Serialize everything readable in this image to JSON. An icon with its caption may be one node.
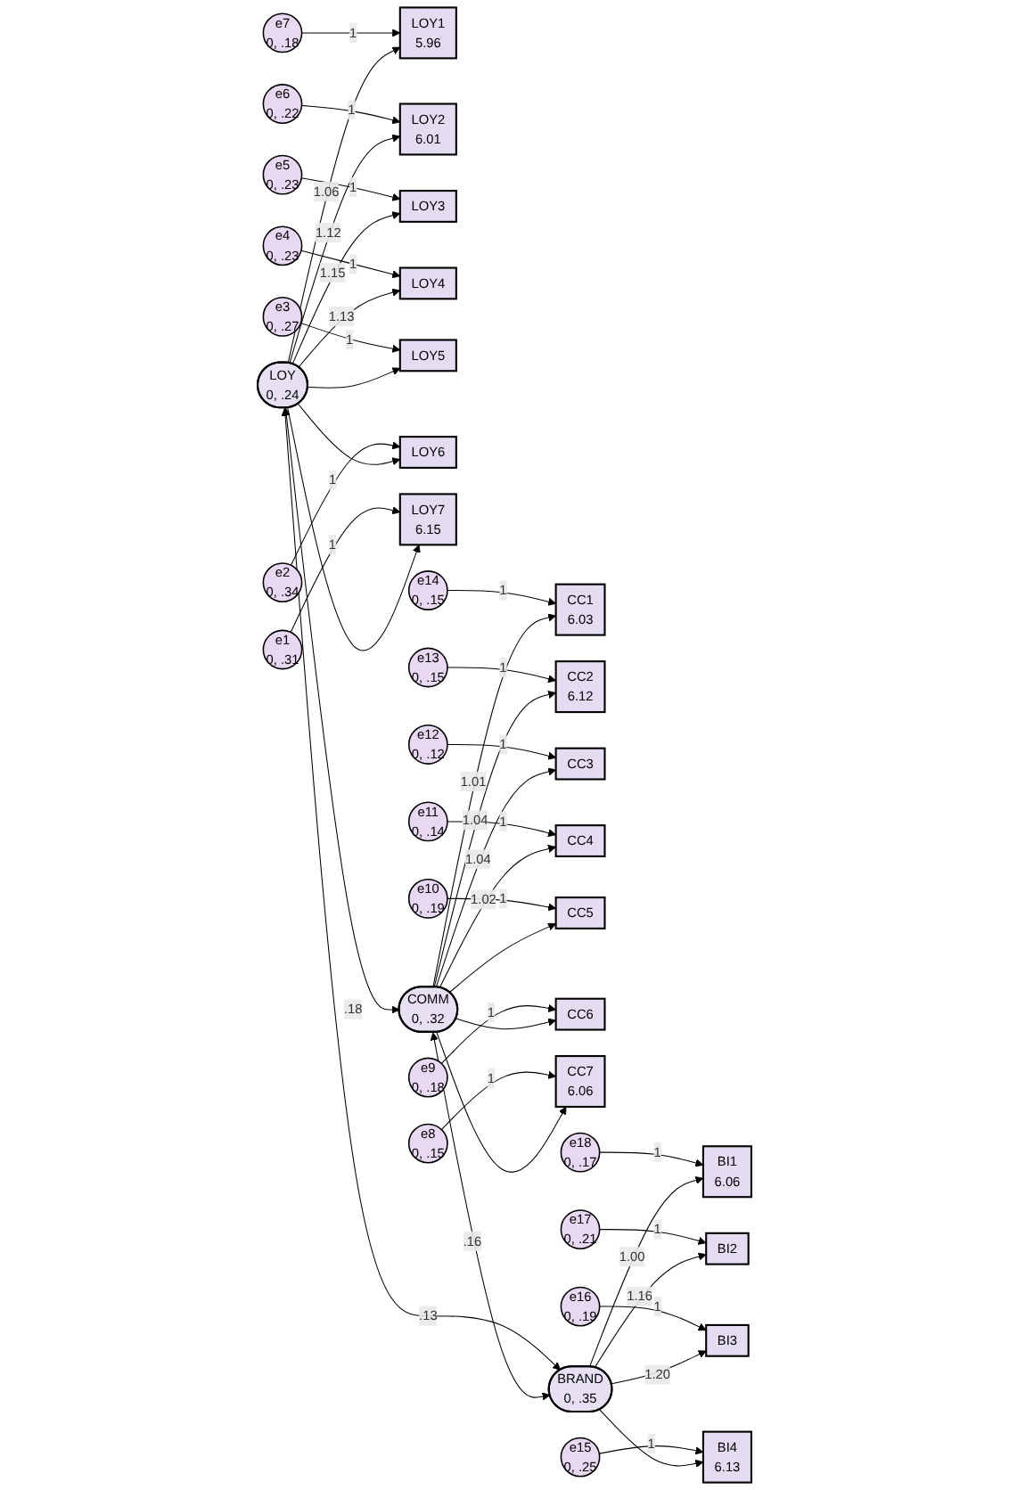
{
  "diagram": {
    "nodes": [
      {
        "text": [
          "e7",
          "0, .18"
        ]
      },
      {
        "text": [
          "LOY1",
          "5.96"
        ]
      },
      {
        "text": [
          "e6",
          "0, .22"
        ]
      },
      {
        "text": [
          "LOY2",
          "6.01"
        ]
      },
      {
        "text": [
          "e5",
          "0, .23"
        ]
      },
      {
        "text": [
          "LOY3"
        ]
      },
      {
        "text": [
          "e4",
          "0, .23"
        ]
      },
      {
        "text": [
          "LOY4"
        ]
      },
      {
        "text": [
          "e3",
          "0, .27"
        ]
      },
      {
        "text": [
          "LOY5"
        ]
      },
      {
        "text": [
          "e2",
          "0, .34"
        ]
      },
      {
        "text": [
          "LOY6"
        ]
      },
      {
        "text": [
          "e1",
          "0, .31"
        ]
      },
      {
        "text": [
          "LOY7",
          "6.15"
        ]
      },
      {
        "text": [
          "e14",
          "0, .15"
        ]
      },
      {
        "text": [
          "CC1",
          "6.03"
        ]
      },
      {
        "text": [
          "e13",
          "0, .15"
        ]
      },
      {
        "text": [
          "CC2",
          "6.12"
        ]
      },
      {
        "text": [
          "e12",
          "0, .12"
        ]
      },
      {
        "text": [
          "CC3"
        ]
      },
      {
        "text": [
          "e11",
          "0, .14"
        ]
      },
      {
        "text": [
          "CC4"
        ]
      },
      {
        "text": [
          "e10",
          "0, .19"
        ]
      },
      {
        "text": [
          "CC5"
        ]
      },
      {
        "text": [
          "e9",
          "0, .18"
        ]
      },
      {
        "text": [
          "CC6"
        ]
      },
      {
        "text": [
          "e8",
          "0, .15"
        ]
      },
      {
        "text": [
          "CC7",
          "6.06"
        ]
      },
      {
        "text": [
          "e18",
          "0, .17"
        ]
      },
      {
        "text": [
          "BI1",
          "6.06"
        ]
      },
      {
        "text": [
          "e17",
          "0, .21"
        ]
      },
      {
        "text": [
          "BI2"
        ]
      },
      {
        "text": [
          "e16",
          "0, .19"
        ]
      },
      {
        "text": [
          "BI3"
        ]
      },
      {
        "text": [
          "e15",
          "0, .25"
        ]
      },
      {
        "text": [
          "BI4",
          "6.13"
        ]
      },
      {
        "text": [
          "LOY",
          "0, .24"
        ]
      },
      {
        "text": [
          "COMM",
          "0, .32"
        ]
      },
      {
        "text": [
          "BRAND",
          "0, .35"
        ]
      }
    ],
    "edges": [
      {
        "from": 0,
        "to": 1,
        "arrow": "to",
        "label": "1"
      },
      {
        "from": 2,
        "to": 3,
        "arrow": "to",
        "label": "1"
      },
      {
        "from": 4,
        "to": 5,
        "arrow": "to",
        "label": "1"
      },
      {
        "from": 6,
        "to": 7,
        "arrow": "to",
        "label": "1"
      },
      {
        "from": 8,
        "to": 9,
        "arrow": "to",
        "label": "1"
      },
      {
        "from": 10,
        "to": 11,
        "arrow": "to",
        "label": "1"
      },
      {
        "from": 12,
        "to": 13,
        "arrow": "to",
        "label": "1"
      },
      {
        "from": 14,
        "to": 15,
        "arrow": "to",
        "label": "1"
      },
      {
        "from": 16,
        "to": 17,
        "arrow": "to",
        "label": "1"
      },
      {
        "from": 18,
        "to": 19,
        "arrow": "to",
        "label": "1"
      },
      {
        "from": 20,
        "to": 21,
        "arrow": "to",
        "label": "1"
      },
      {
        "from": 22,
        "to": 23,
        "arrow": "to",
        "label": "1"
      },
      {
        "from": 24,
        "to": 25,
        "arrow": "to",
        "label": "1"
      },
      {
        "from": 26,
        "to": 27,
        "arrow": "to",
        "label": "1"
      },
      {
        "from": 28,
        "to": 29,
        "arrow": "to",
        "label": "1"
      },
      {
        "from": 30,
        "to": 31,
        "arrow": "to",
        "label": "1"
      },
      {
        "from": 32,
        "to": 33,
        "arrow": "to",
        "label": "1"
      },
      {
        "from": 34,
        "to": 35,
        "arrow": "to",
        "label": "1"
      },
      {
        "from": 36,
        "to": 1,
        "arrow": "to",
        "label": "1.06"
      },
      {
        "from": 36,
        "to": 3,
        "arrow": "to",
        "label": "1.12"
      },
      {
        "from": 36,
        "to": 5,
        "arrow": "to",
        "label": "1.15"
      },
      {
        "from": 36,
        "to": 7,
        "arrow": "to",
        "label": "1.13"
      },
      {
        "from": 36,
        "to": 9,
        "arrow": "to"
      },
      {
        "from": 36,
        "to": 11,
        "arrow": "to"
      },
      {
        "from": 36,
        "to": 13,
        "arrow": "to"
      },
      {
        "from": 37,
        "to": 15,
        "arrow": "to",
        "label": "1.01"
      },
      {
        "from": 37,
        "to": 17,
        "arrow": "to",
        "label": "1.04"
      },
      {
        "from": 37,
        "to": 19,
        "arrow": "to",
        "label": "1.04"
      },
      {
        "from": 37,
        "to": 21,
        "arrow": "to",
        "label": "1.02"
      },
      {
        "from": 37,
        "to": 23,
        "arrow": "to"
      },
      {
        "from": 37,
        "to": 25,
        "arrow": "to"
      },
      {
        "from": 37,
        "to": 27,
        "arrow": "to"
      },
      {
        "from": 38,
        "to": 29,
        "arrow": "to",
        "label": "1.00"
      },
      {
        "from": 38,
        "to": 31,
        "arrow": "to",
        "label": "1.16"
      },
      {
        "from": 38,
        "to": 33,
        "arrow": "to",
        "label": "1.20"
      },
      {
        "from": 38,
        "to": 35,
        "arrow": "to"
      },
      {
        "from": 36,
        "to": 37,
        "arrow": "both",
        "label": ".18"
      },
      {
        "from": 36,
        "to": 38,
        "arrow": "both",
        "label": ".13"
      },
      {
        "from": 37,
        "to": 38,
        "arrow": "both",
        "label": ".16"
      }
    ]
  }
}
